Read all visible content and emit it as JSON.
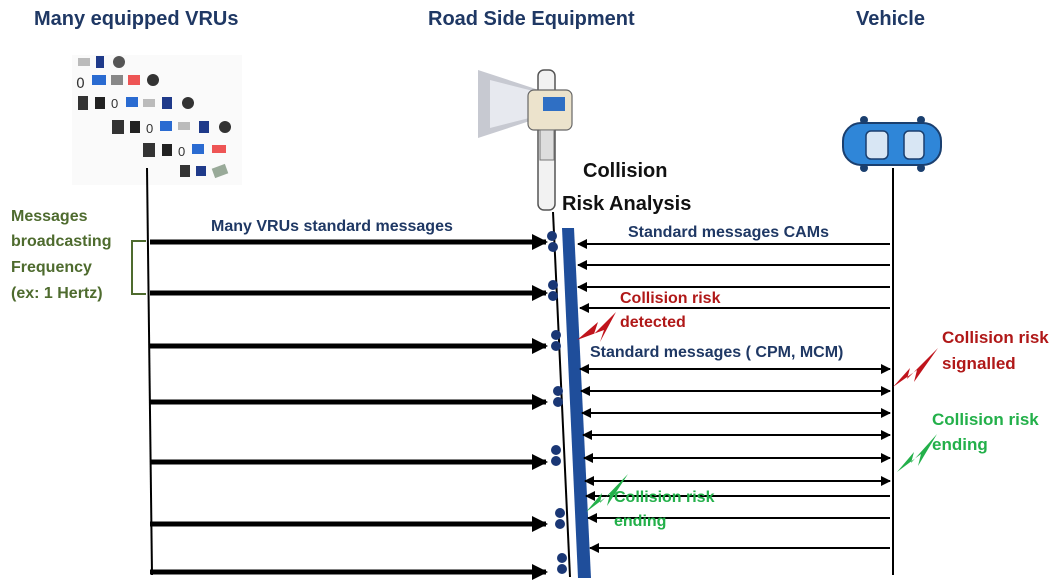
{
  "headers": {
    "vrus": "Many equipped VRUs",
    "rse": "Road Side Equipment",
    "vehicle": "Vehicle"
  },
  "frequency_note": {
    "line1": "Messages",
    "line2": "broadcasting",
    "line3": "Frequency",
    "line4": "(ex: 1 Hertz)"
  },
  "rse_title": {
    "line1": "Collision",
    "line2": "Risk Analysis"
  },
  "messages": {
    "vru_label": "Many VRUs standard messages",
    "cam_label": "Standard messages CAMs",
    "cpm_label": "Standard messages ( CPM, MCM)"
  },
  "events": {
    "risk_detected_1": "Collision risk",
    "risk_detected_2": "detected",
    "risk_signalled_1": "Collision risk",
    "risk_signalled_2": "signalled",
    "risk_ending_vehicle_1": "Collision risk",
    "risk_ending_vehicle_2": "ending",
    "risk_ending_rse_1": "Collision risk",
    "risk_ending_rse_2": "ending"
  },
  "colors": {
    "header_text": "#1f3864",
    "rse_bar": "#1f4e9b",
    "risk_red": "#c0141c",
    "ending_green": "#23b04a",
    "note_olive": "#4e6b2e",
    "vehicle_blue": "#2a84d8"
  },
  "icons": [
    "vru-devices-icon",
    "road-side-unit-icon",
    "car-icon",
    "lightning-icon"
  ]
}
